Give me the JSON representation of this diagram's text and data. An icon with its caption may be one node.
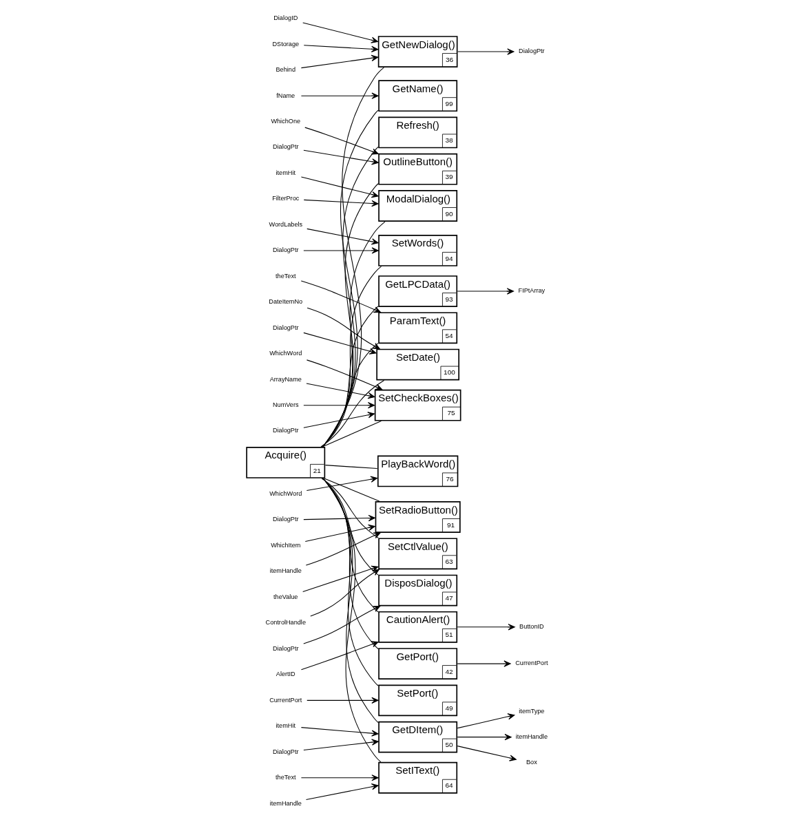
{
  "diagram": {
    "nodes": [
      {
        "text": [
          "Acquire()",
          "21"
        ]
      },
      {
        "text": [
          "GetNewDialog()",
          "36"
        ]
      },
      {
        "text": [
          "DialogID"
        ]
      },
      {
        "text": [
          "DStorage"
        ]
      },
      {
        "text": [
          "Behind"
        ]
      },
      {
        "text": [
          "DialogPtr"
        ]
      },
      {
        "text": [
          "GetName()",
          "99"
        ]
      },
      {
        "text": [
          "fName"
        ]
      },
      {
        "text": [
          "Refresh()",
          "38"
        ]
      },
      {
        "text": [
          "OutlineButton()",
          "39"
        ]
      },
      {
        "text": [
          "DialogPtr"
        ]
      },
      {
        "text": [
          "WhichOne"
        ]
      },
      {
        "text": [
          "ModalDialog()",
          "90"
        ]
      },
      {
        "text": [
          "FilterProc"
        ]
      },
      {
        "text": [
          "itemHit"
        ]
      },
      {
        "text": [
          "SetWords()",
          "94"
        ]
      },
      {
        "text": [
          "DialogPtr"
        ]
      },
      {
        "text": [
          "WordLabels"
        ]
      },
      {
        "text": [
          "GetLPCData()",
          "93"
        ]
      },
      {
        "text": [
          "FIPtArray"
        ]
      },
      {
        "text": [
          "ParamText()",
          "54"
        ]
      },
      {
        "text": [
          "theText"
        ]
      },
      {
        "text": [
          "SetDate()",
          "100"
        ]
      },
      {
        "text": [
          "DialogPtr"
        ]
      },
      {
        "text": [
          "DateItemNo"
        ]
      },
      {
        "text": [
          "SetCheckBoxes()",
          "75"
        ]
      },
      {
        "text": [
          "DialogPtr"
        ]
      },
      {
        "text": [
          "WhichWord"
        ]
      },
      {
        "text": [
          "ArrayName"
        ]
      },
      {
        "text": [
          "NumVers"
        ]
      },
      {
        "text": [
          "PlayBackWord()",
          "76"
        ]
      },
      {
        "text": [
          "WhichWord"
        ]
      },
      {
        "text": [
          "SetRadioButton()",
          "91"
        ]
      },
      {
        "text": [
          "DialogPtr"
        ]
      },
      {
        "text": [
          "WhichItem"
        ]
      },
      {
        "text": [
          "itemHandle"
        ]
      },
      {
        "text": [
          "SetCtlValue()",
          "63"
        ]
      },
      {
        "text": [
          "ControlHandle"
        ]
      },
      {
        "text": [
          "theValue"
        ]
      },
      {
        "text": [
          "DisposDialog()",
          "47"
        ]
      },
      {
        "text": [
          "DialogPtr"
        ]
      },
      {
        "text": [
          "CautionAlert()",
          "51"
        ]
      },
      {
        "text": [
          "AlertID"
        ]
      },
      {
        "text": [
          "ButtonID"
        ]
      },
      {
        "text": [
          "GetPort()",
          "42"
        ]
      },
      {
        "text": [
          "CurrentPort"
        ]
      },
      {
        "text": [
          "SetPort()",
          "49"
        ]
      },
      {
        "text": [
          "CurrentPort"
        ]
      },
      {
        "text": [
          "GetDItem()",
          "50"
        ]
      },
      {
        "text": [
          "DialogPtr"
        ]
      },
      {
        "text": [
          "itemHit"
        ]
      },
      {
        "text": [
          "itemType"
        ]
      },
      {
        "text": [
          "itemHandle"
        ]
      },
      {
        "text": [
          "Box"
        ]
      },
      {
        "text": [
          "SetIText()",
          "64"
        ]
      },
      {
        "text": [
          "itemHandle"
        ]
      },
      {
        "text": [
          "theText"
        ]
      }
    ],
    "edges": [
      {
        "from": 0,
        "to": 1,
        "arrow": "none"
      },
      {
        "from": 0,
        "to": 6,
        "arrow": "none"
      },
      {
        "from": 0,
        "to": 8,
        "arrow": "none"
      },
      {
        "from": 0,
        "to": 9,
        "arrow": "none"
      },
      {
        "from": 0,
        "to": 12,
        "arrow": "none"
      },
      {
        "from": 0,
        "to": 15,
        "arrow": "none"
      },
      {
        "from": 0,
        "to": 18,
        "arrow": "none"
      },
      {
        "from": 0,
        "to": 20,
        "arrow": "none"
      },
      {
        "from": 0,
        "to": 22,
        "arrow": "none"
      },
      {
        "from": 0,
        "to": 25,
        "arrow": "none"
      },
      {
        "from": 0,
        "to": 30,
        "arrow": "none"
      },
      {
        "from": 0,
        "to": 32,
        "arrow": "none"
      },
      {
        "from": 0,
        "to": 36,
        "arrow": "none"
      },
      {
        "from": 0,
        "to": 39,
        "arrow": "none"
      },
      {
        "from": 0,
        "to": 41,
        "arrow": "none"
      },
      {
        "from": 0,
        "to": 44,
        "arrow": "none"
      },
      {
        "from": 0,
        "to": 46,
        "arrow": "none"
      },
      {
        "from": 0,
        "to": 48,
        "arrow": "none"
      },
      {
        "from": 0,
        "to": 54,
        "arrow": "none"
      },
      {
        "from": 2,
        "to": 1,
        "arrow": "to"
      },
      {
        "from": 3,
        "to": 1,
        "arrow": "to"
      },
      {
        "from": 4,
        "to": 1,
        "arrow": "to"
      },
      {
        "from": 1,
        "to": 5,
        "arrow": "to"
      },
      {
        "from": 7,
        "to": 6,
        "arrow": "to"
      },
      {
        "from": 10,
        "to": 9,
        "arrow": "to"
      },
      {
        "from": 11,
        "to": 9,
        "arrow": "to"
      },
      {
        "from": 13,
        "to": 12,
        "arrow": "to"
      },
      {
        "from": 14,
        "to": 12,
        "arrow": "to"
      },
      {
        "from": 16,
        "to": 15,
        "arrow": "to"
      },
      {
        "from": 17,
        "to": 15,
        "arrow": "to"
      },
      {
        "from": 18,
        "to": 19,
        "arrow": "to"
      },
      {
        "from": 21,
        "to": 20,
        "arrow": "to"
      },
      {
        "from": 23,
        "to": 22,
        "arrow": "to"
      },
      {
        "from": 24,
        "to": 22,
        "arrow": "to"
      },
      {
        "from": 26,
        "to": 25,
        "arrow": "to"
      },
      {
        "from": 27,
        "to": 25,
        "arrow": "to"
      },
      {
        "from": 28,
        "to": 25,
        "arrow": "to"
      },
      {
        "from": 29,
        "to": 25,
        "arrow": "to"
      },
      {
        "from": 31,
        "to": 30,
        "arrow": "to"
      },
      {
        "from": 33,
        "to": 32,
        "arrow": "to"
      },
      {
        "from": 34,
        "to": 32,
        "arrow": "to"
      },
      {
        "from": 35,
        "to": 32,
        "arrow": "to"
      },
      {
        "from": 37,
        "to": 36,
        "arrow": "to"
      },
      {
        "from": 38,
        "to": 36,
        "arrow": "to"
      },
      {
        "from": 40,
        "to": 39,
        "arrow": "to"
      },
      {
        "from": 42,
        "to": 41,
        "arrow": "to"
      },
      {
        "from": 41,
        "to": 43,
        "arrow": "to"
      },
      {
        "from": 44,
        "to": 45,
        "arrow": "to"
      },
      {
        "from": 47,
        "to": 46,
        "arrow": "to"
      },
      {
        "from": 49,
        "to": 48,
        "arrow": "to"
      },
      {
        "from": 50,
        "to": 48,
        "arrow": "to"
      },
      {
        "from": 48,
        "to": 51,
        "arrow": "to"
      },
      {
        "from": 48,
        "to": 52,
        "arrow": "to"
      },
      {
        "from": 48,
        "to": 53,
        "arrow": "to"
      },
      {
        "from": 55,
        "to": 54,
        "arrow": "to"
      },
      {
        "from": 56,
        "to": 54,
        "arrow": "to"
      }
    ]
  }
}
